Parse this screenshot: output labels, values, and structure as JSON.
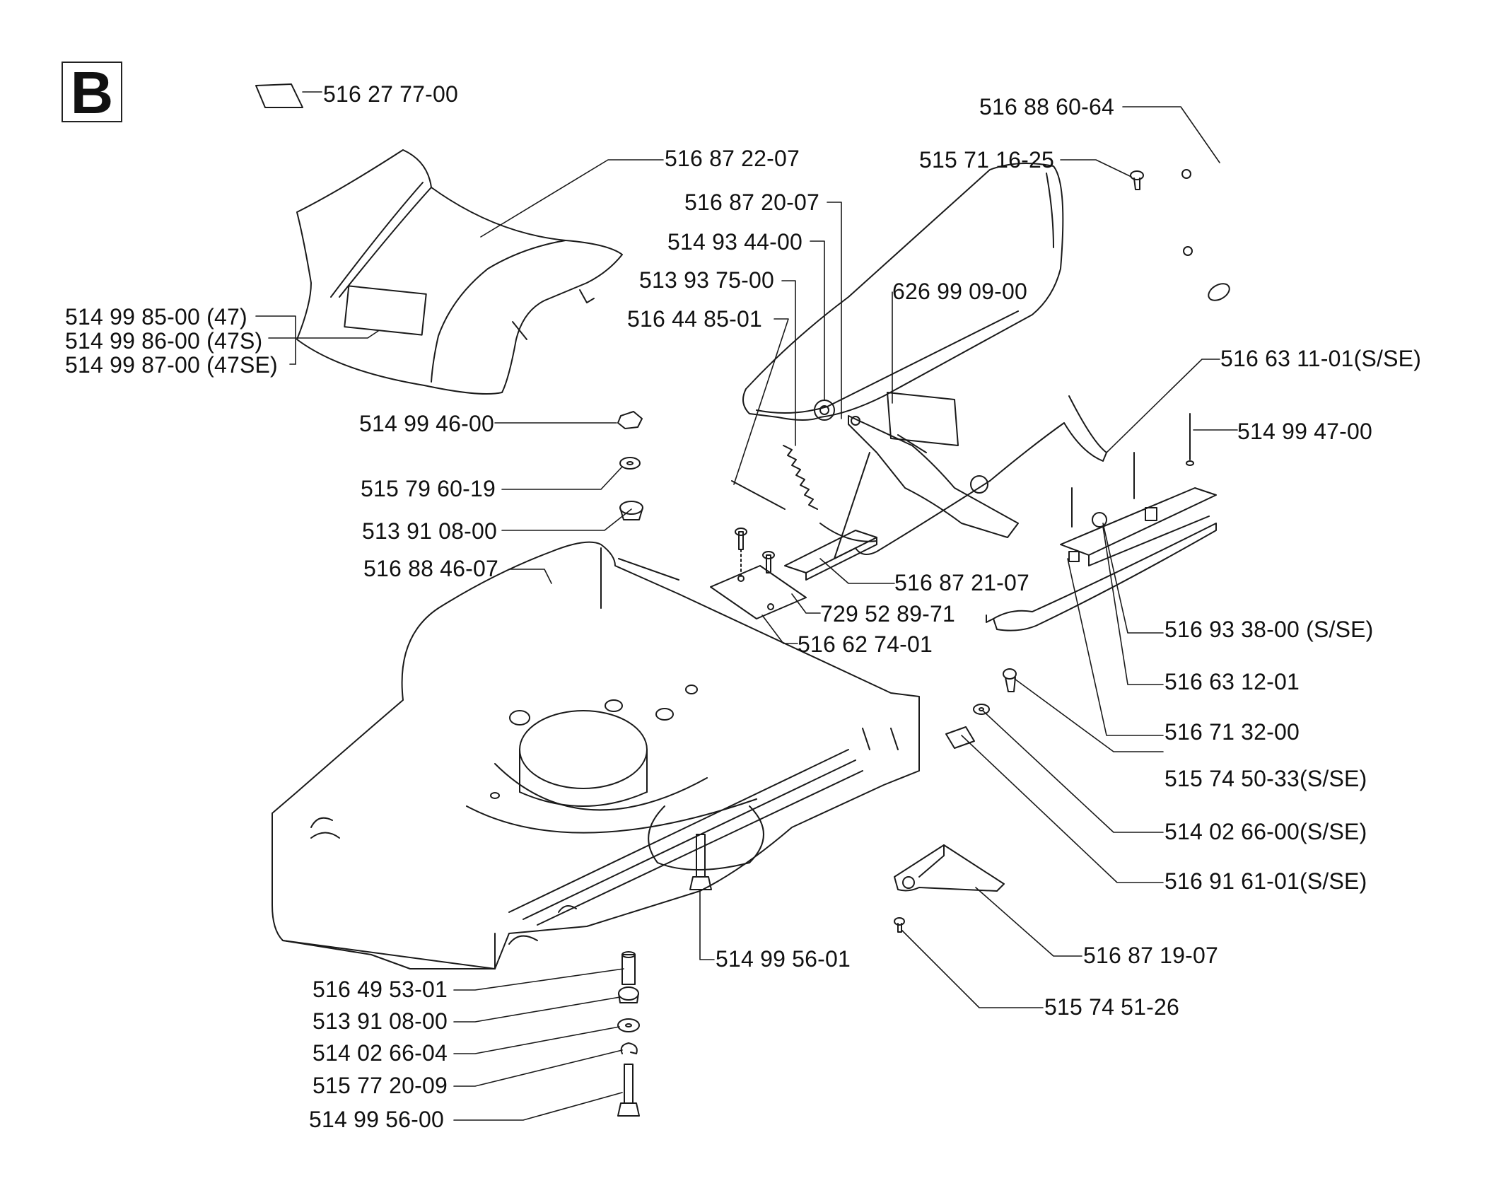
{
  "section_letter": "B",
  "labels": {
    "p_516277700": "516 27 77-00",
    "p_516886064": "516 88 60-64",
    "p_516872207": "516 87 22-07",
    "p_515711625": "515 71 16-25",
    "p_516872007": "516 87 20-07",
    "p_514934400": "514 93 44-00",
    "p_513937500": "513 93 75-00",
    "p_516448501": "516 44 85-01",
    "p_626990900": "626 99 09-00",
    "p_514998500": "514 99 85-00 (47)",
    "p_514998600": "514 99 86-00 (47S)",
    "p_514998700": "514 99 87-00 (47SE)",
    "p_516631101": "516 63 11-01(S/SE)",
    "p_514994600": "514 99 46-00",
    "p_514994700": "514 99 47-00",
    "p_515796019": "515 79 60-19",
    "p_513910800a": "513 91 08-00",
    "p_516884607": "516 88 46-07",
    "p_516872107": "516 87 21-07",
    "p_729528971": "729 52 89-71",
    "p_516627401": "516 62 74-01",
    "p_516933800": "516 93 38-00 (S/SE)",
    "p_516631201": "516 63 12-01",
    "p_516713200": "516 71 32-00",
    "p_515745033": "515 74 50-33(S/SE)",
    "p_514026600": "514 02 66-00(S/SE)",
    "p_516916101": "516 91 61-01(S/SE)",
    "p_514995601": "514 99 56-01",
    "p_516871907": "516 87 19-07",
    "p_515745126": "515 74 51-26",
    "p_516495301": "516 49 53-01",
    "p_513910800b": "513 91 08-00",
    "p_514026604": "514 02 66-04",
    "p_515772009": "515 77 20-09",
    "p_514995600": "514 99 56-00"
  }
}
